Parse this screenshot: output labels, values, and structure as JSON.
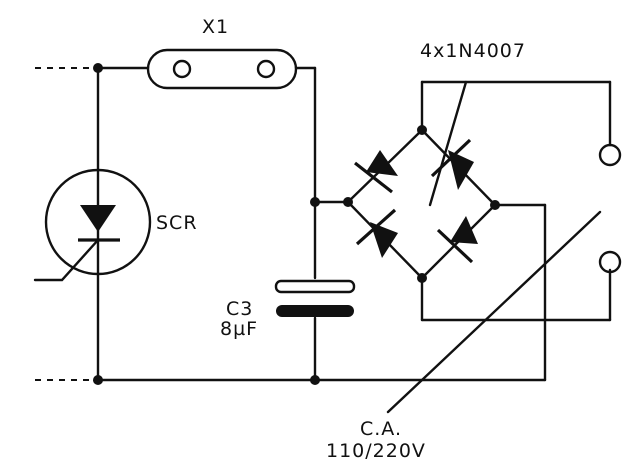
{
  "labels": {
    "x1": "X1",
    "bridge": "4x1N4007",
    "scr": "SCR",
    "c3_name": "C3",
    "c3_value": "8µF",
    "ca": "C.A.",
    "voltage": "110/220V"
  },
  "colors": {
    "ink": "#111111",
    "background": "#ffffff"
  }
}
